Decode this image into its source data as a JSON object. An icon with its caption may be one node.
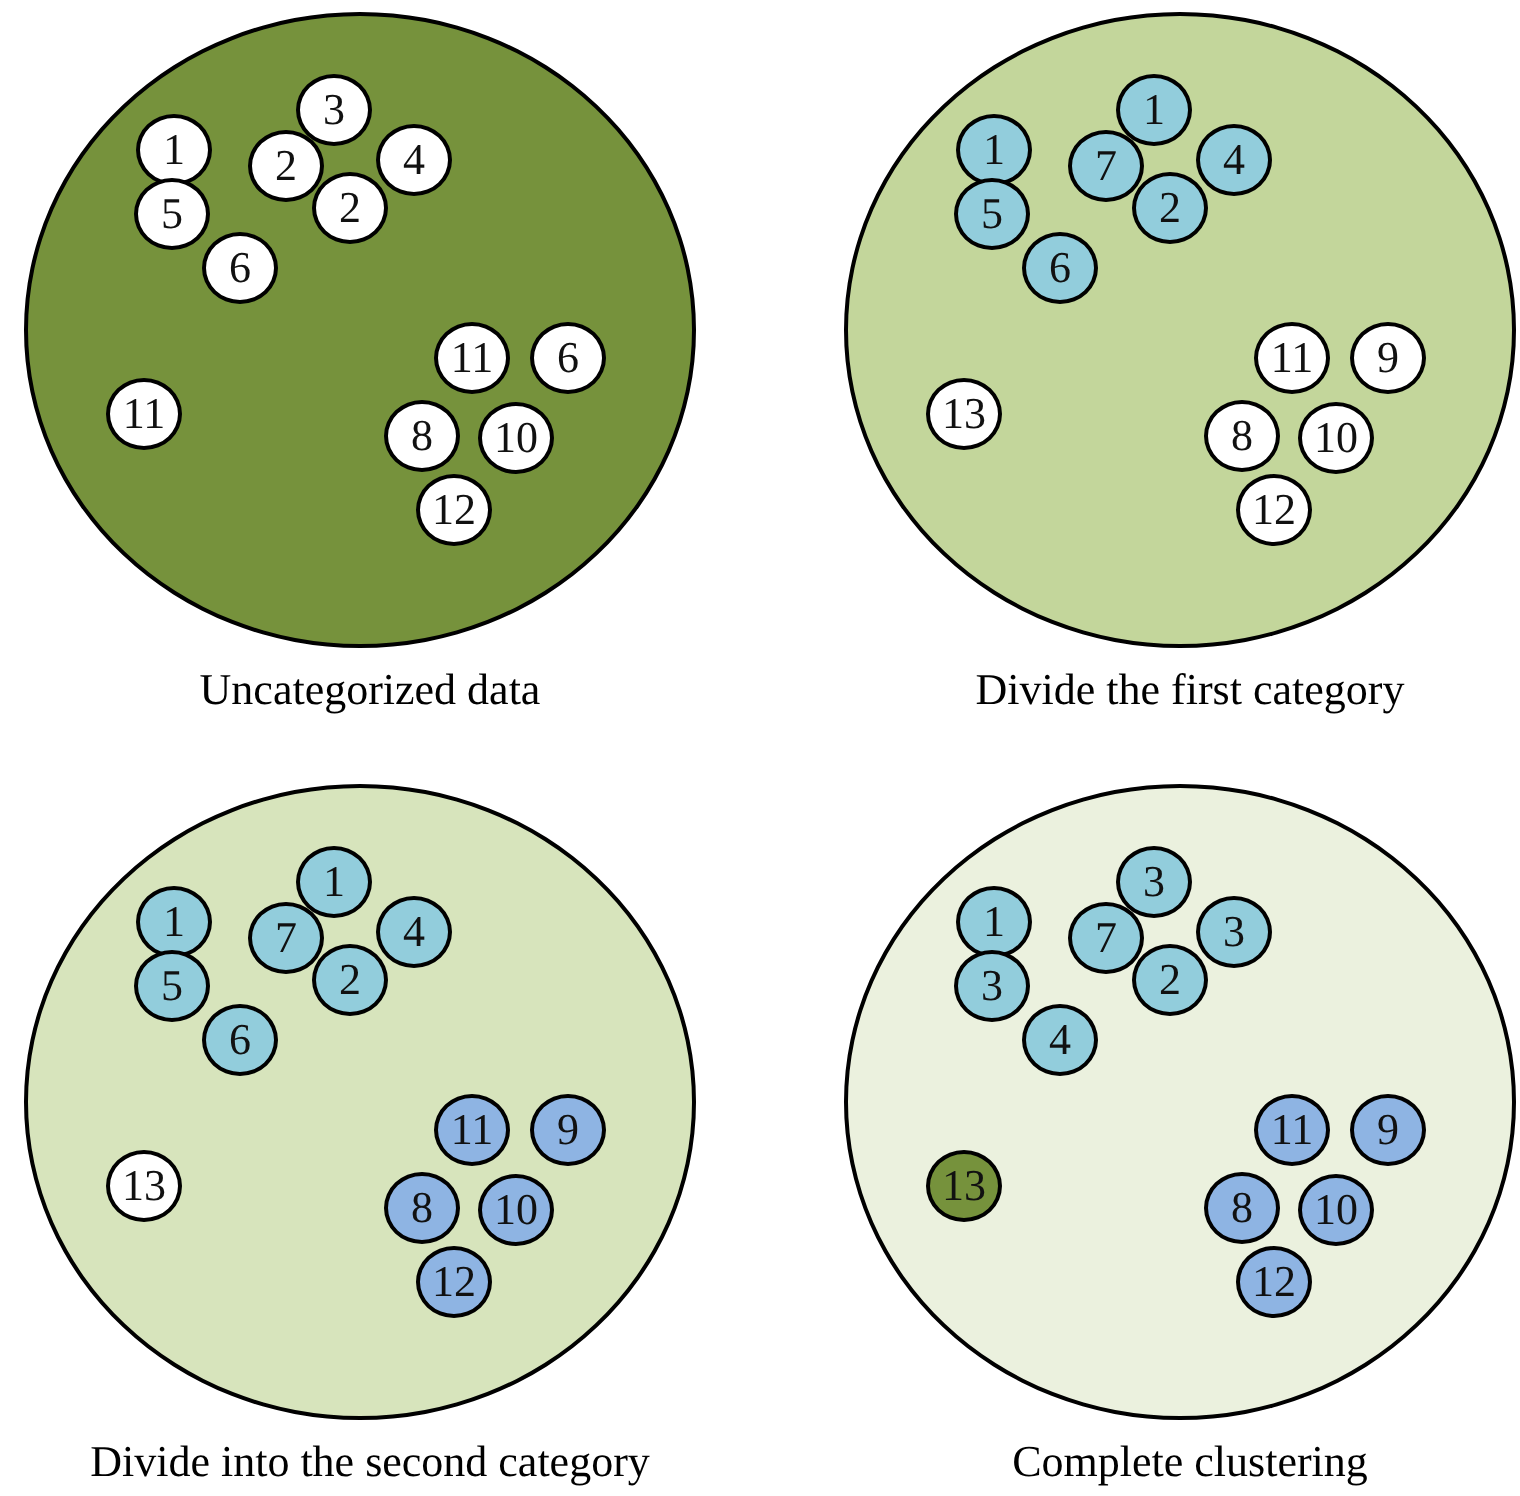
{
  "diagram": {
    "nodes": [
      {
        "text": [
          "Uncategorized data"
        ]
      },
      {
        "text": [
          "3"
        ],
        "in": 0
      },
      {
        "text": [
          "1"
        ],
        "in": 0
      },
      {
        "text": [
          "4"
        ],
        "in": 0
      },
      {
        "text": [
          "2"
        ],
        "in": 0
      },
      {
        "text": [
          "2"
        ],
        "in": 0
      },
      {
        "text": [
          "5"
        ],
        "in": 0
      },
      {
        "text": [
          "6"
        ],
        "in": 0
      },
      {
        "text": [
          "11"
        ],
        "in": 0
      },
      {
        "text": [
          "6"
        ],
        "in": 0
      },
      {
        "text": [
          "11"
        ],
        "in": 0
      },
      {
        "text": [
          "8"
        ],
        "in": 0
      },
      {
        "text": [
          "10"
        ],
        "in": 0
      },
      {
        "text": [
          "12"
        ],
        "in": 0
      },
      {
        "text": [
          "Divide the first category"
        ]
      },
      {
        "text": [
          "1"
        ],
        "in": 14
      },
      {
        "text": [
          "1"
        ],
        "in": 14
      },
      {
        "text": [
          "4"
        ],
        "in": 14
      },
      {
        "text": [
          "7"
        ],
        "in": 14
      },
      {
        "text": [
          "2"
        ],
        "in": 14
      },
      {
        "text": [
          "5"
        ],
        "in": 14
      },
      {
        "text": [
          "6"
        ],
        "in": 14
      },
      {
        "text": [
          "11"
        ],
        "in": 14
      },
      {
        "text": [
          "9"
        ],
        "in": 14
      },
      {
        "text": [
          "13"
        ],
        "in": 14
      },
      {
        "text": [
          "8"
        ],
        "in": 14
      },
      {
        "text": [
          "10"
        ],
        "in": 14
      },
      {
        "text": [
          "12"
        ],
        "in": 14
      },
      {
        "text": [
          "Divide into the second category"
        ]
      },
      {
        "text": [
          "1"
        ],
        "in": 28
      },
      {
        "text": [
          "1"
        ],
        "in": 28
      },
      {
        "text": [
          "4"
        ],
        "in": 28
      },
      {
        "text": [
          "7"
        ],
        "in": 28
      },
      {
        "text": [
          "2"
        ],
        "in": 28
      },
      {
        "text": [
          "5"
        ],
        "in": 28
      },
      {
        "text": [
          "6"
        ],
        "in": 28
      },
      {
        "text": [
          "11"
        ],
        "in": 28
      },
      {
        "text": [
          "9"
        ],
        "in": 28
      },
      {
        "text": [
          "13"
        ],
        "in": 28
      },
      {
        "text": [
          "8"
        ],
        "in": 28
      },
      {
        "text": [
          "10"
        ],
        "in": 28
      },
      {
        "text": [
          "12"
        ],
        "in": 28
      },
      {
        "text": [
          "Complete clustering"
        ]
      },
      {
        "text": [
          "3"
        ],
        "in": 42
      },
      {
        "text": [
          "1"
        ],
        "in": 42
      },
      {
        "text": [
          "3"
        ],
        "in": 42
      },
      {
        "text": [
          "7"
        ],
        "in": 42
      },
      {
        "text": [
          "2"
        ],
        "in": 42
      },
      {
        "text": [
          "3"
        ],
        "in": 42
      },
      {
        "text": [
          "4"
        ],
        "in": 42
      },
      {
        "text": [
          "11"
        ],
        "in": 42
      },
      {
        "text": [
          "9"
        ],
        "in": 42
      },
      {
        "text": [
          "13"
        ],
        "in": 42
      },
      {
        "text": [
          "8"
        ],
        "in": 42
      },
      {
        "text": [
          "10"
        ],
        "in": 42
      },
      {
        "text": [
          "12"
        ],
        "in": 42
      }
    ]
  }
}
